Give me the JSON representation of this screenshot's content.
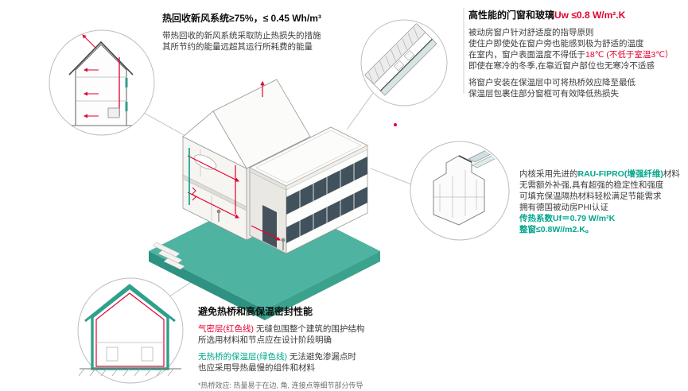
{
  "colors": {
    "accent_teal": "#2fa08c",
    "slab_teal": "#4eb3a0",
    "heat_red": "#e30031",
    "eco_green": "#00a68c",
    "window_band": "#42525c"
  },
  "ventilation": {
    "title": "热回收新风系统≥75%，≤ 0.45 Wh/m³",
    "line1": "带热回收的新风系统采取防止热损失的措施",
    "line2": "其所节约的能量远超其运行所耗费的能量"
  },
  "windows": {
    "title": "高性能的门窗和玻璃",
    "title_value": "Uw ≤0.8 W/m².K",
    "line1": "被动房窗户针对舒适度的指导原则",
    "line2": "使住户即使处在窗户旁也能感到极为舒适的温度",
    "line3_black": "在室内，窗户表面温度不得低于",
    "line3_red": "18℃ (不低于室温3℃）",
    "line4": "即使在寒冷的冬季,在靠近窗户部位也无寒冷不适感",
    "line5": "将窗户安装在保温层中可将热桥效应降至最低",
    "line6": "保温层包裹住部分窗框可有效降低热损失"
  },
  "profile": {
    "line1_pre": "内核采用先进的",
    "line1_highlight": "RAU-FIPRO(增强纤维)",
    "line1_post": "材料",
    "line2": "无需额外补强,具有超强的稳定性和强度",
    "line3": "可填充保温隔热材料轻松满足节能需求",
    "line4": "拥有德国被动房PHI认证",
    "line5": "传热系数Uf＝0.79 W/m²K",
    "line6": "整窗≤0.8W//m2.K。"
  },
  "thermal": {
    "title": "避免热桥和高保温密封性能",
    "line1_red": "气密层(红色线)",
    "line1_rest": " 无缝包围整个建筑的围护结构",
    "line2": "所选用材料和节点应在设计阶段明确",
    "line3_green": "无热桥的保温层(绿色线)",
    "line3_rest": " 无法避免渗漏点时",
    "line4": "也应采用导热最慢的组件和材料",
    "footnote": "*热桥效应: 热量易于在边, 角, 连接点等细节部分传导"
  }
}
